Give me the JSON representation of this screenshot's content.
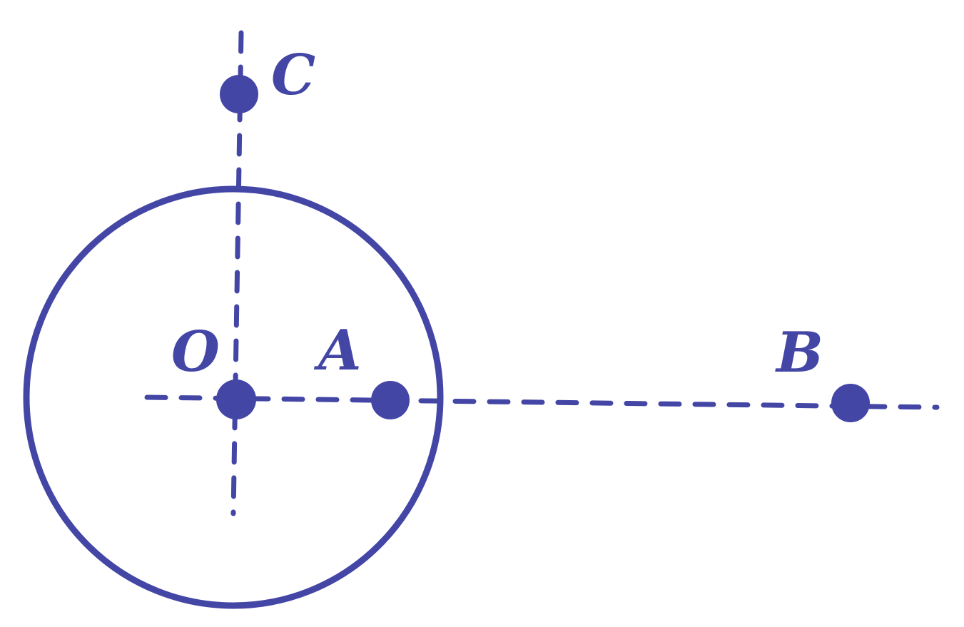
{
  "colors": {
    "stroke": "#4446a6",
    "background": "#ffffff"
  },
  "labels": {
    "O": "O",
    "A": "A",
    "B": "B",
    "C": "C"
  }
}
